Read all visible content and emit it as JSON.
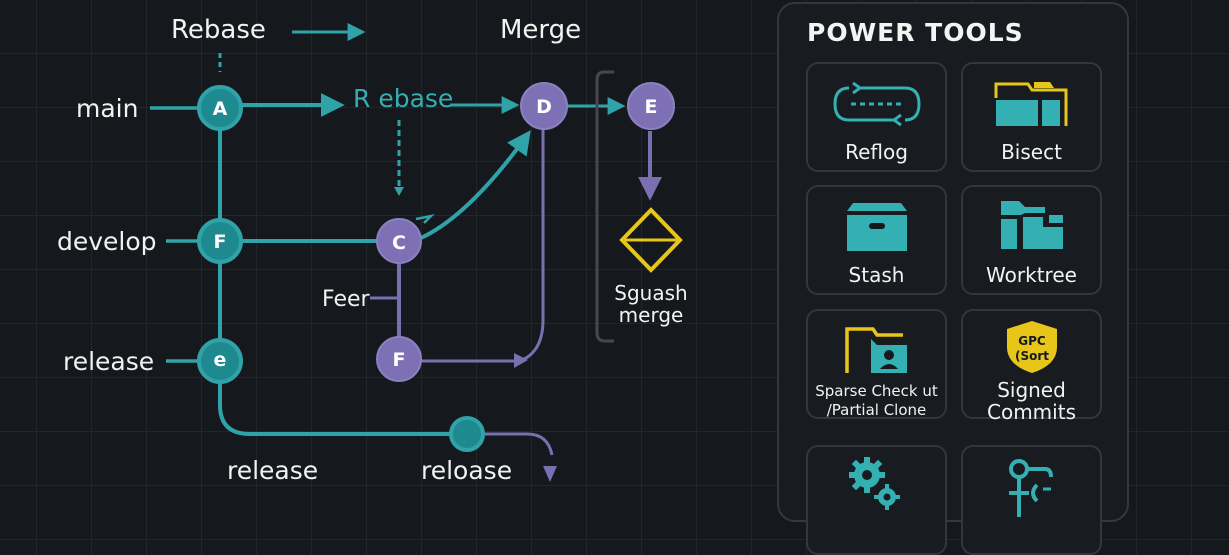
{
  "diagram": {
    "title_rebase": "Rebase",
    "title_merge": "Merge",
    "inline_rebase": "R ebase",
    "branches": {
      "main": "main",
      "develop": "develop",
      "release": "release",
      "feature": "Feer",
      "release_bottom": "release",
      "reloase": "reloase"
    },
    "commits": {
      "A": "A",
      "F_develop": "F",
      "e_release": "e",
      "C": "C",
      "F_feature": "F",
      "D": "D",
      "E": "E"
    },
    "squash_label_line1": "Sguash",
    "squash_label_line2": "merge",
    "colors": {
      "teal": "#2fa3a8",
      "teal_node": "#1e8a90",
      "purple": "#7a6fb0",
      "purple_node": "#7d70b5",
      "yellow": "#e8c619",
      "bracket": "#4a4d52"
    }
  },
  "panel": {
    "title": "POWER TOOLS",
    "tools": [
      {
        "label": "Reflog",
        "icon": "reflog-cycle-icon"
      },
      {
        "label": "Bisect",
        "icon": "bisect-folder-icon"
      },
      {
        "label": "Stash",
        "icon": "stash-box-icon"
      },
      {
        "label": "Worktree",
        "icon": "worktree-folders-icon"
      },
      {
        "label_line1": "Sparse Check ut",
        "label_line2": "/Partial Clone",
        "icon": "sparse-checkout-folder-icon"
      },
      {
        "label_line1": "Signed",
        "label_line2": "Commits",
        "icon": "gpg-shield-icon",
        "badge_line1": "GPC",
        "badge_line2": "(Sort"
      },
      {
        "label": "",
        "icon": "gears-icon"
      },
      {
        "label": "",
        "icon": "hooks-icon"
      }
    ]
  }
}
